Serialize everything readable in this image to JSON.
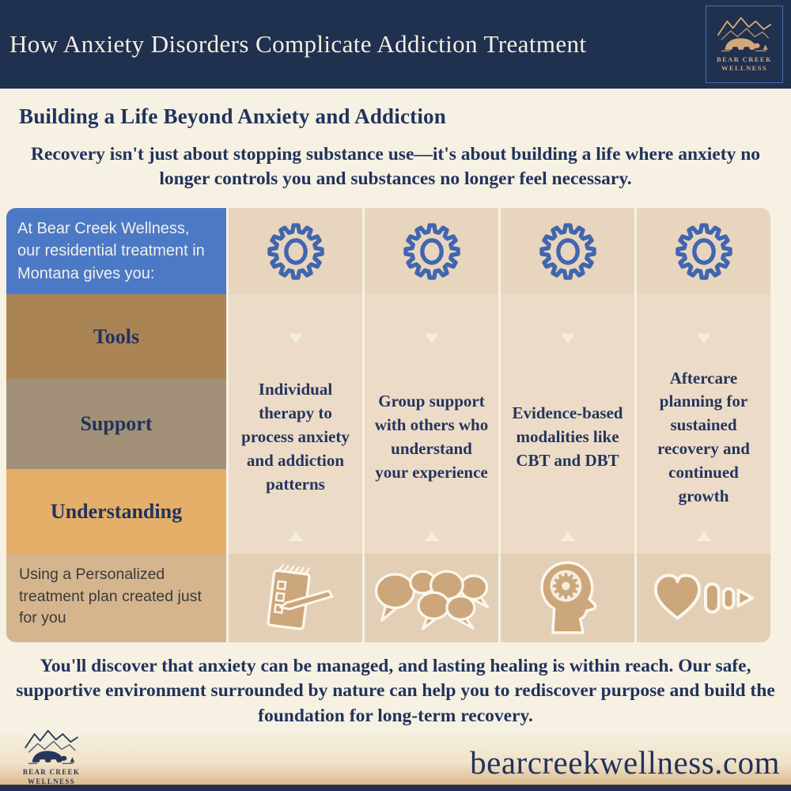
{
  "header": {
    "title": "How Anxiety Disorders Complicate Addiction Treatment"
  },
  "brand": {
    "line1": "BEAR CREEK",
    "line2": "WELLNESS"
  },
  "intro": {
    "heading": "Building a Life Beyond Anxiety and Addiction",
    "paragraph": "Recovery isn't just about stopping substance use—it's about building a life where anxiety no longer controls you and substances no longer feel necessary."
  },
  "grid": {
    "intro_cell": "At Bear Creek Wellness, our residential treatment in Montana gives you:",
    "row_labels": [
      "Tools",
      "Support",
      "Understanding"
    ],
    "method_cell": "Using a Personalized treatment plan created just for you",
    "columns": [
      {
        "text": "Individual therapy to process anxiety and addiction patterns",
        "icon": "notebook-checklist-icon"
      },
      {
        "text": "Group support with others who understand your experience",
        "icon": "speech-bubbles-icon"
      },
      {
        "text": "Evidence-based modalities like CBT and DBT",
        "icon": "head-with-gear-icon"
      },
      {
        "text": "Aftercare planning for sustained recovery and continued growth",
        "icon": "hearts-trail-icon"
      }
    ]
  },
  "outro": {
    "paragraph": "You'll discover that anxiety can be managed, and lasting healing is within reach. Our safe, supportive environment surrounded by nature can help you to rediscover purpose and build the foundation for long-term recovery."
  },
  "footer": {
    "website": "bearcreekwellness.com"
  },
  "colors": {
    "navy": "#20304f",
    "cream": "#f6f1e3",
    "header_text": "#f4efe1",
    "blue_cell": "#4b79c5",
    "tools_row": "#ab8455",
    "support_row": "#a29078",
    "understanding_row": "#e5ae69",
    "method_row": "#d4b58e",
    "card_header": "#e8d5bd",
    "card_body": "#ecdcc7",
    "card_icon_cell": "#e3cfb5",
    "icon_tan": "#cda77c",
    "gear_blue": "#4066ae",
    "arrow_cream": "#f4eedf",
    "footer_tan": "#dcb88b"
  }
}
